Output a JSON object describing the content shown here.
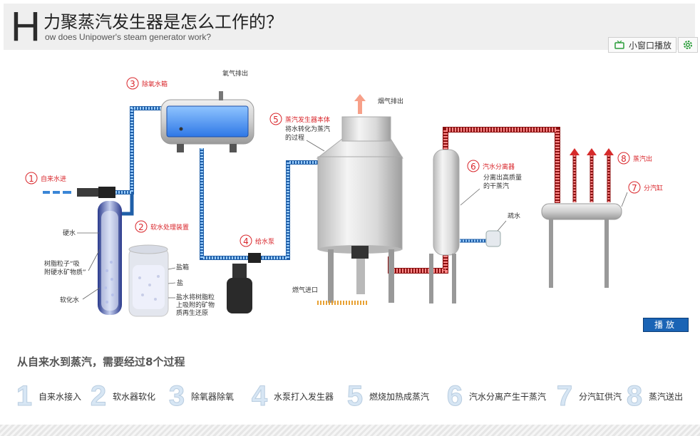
{
  "header": {
    "letter": "H",
    "title_cn": "力聚蒸汽发生器是怎么工作的？",
    "title_en": "ow does Unipower's steam generator work?"
  },
  "controls": {
    "pip_label": "小窗口播放",
    "pip_icon": "tv-icon",
    "settings_icon": "gear-icon",
    "accent": "#2a9d3a"
  },
  "diagram": {
    "labels": {
      "oxygen_out": "氧气排出",
      "flue_out": "烟气排出",
      "hard_water": "硬水",
      "resin": [
        "树脂粒子“吸",
        "附硬水矿物质”"
      ],
      "soft_water": "软化水",
      "brine_tank": "盐箱",
      "salt": "盐",
      "salt_desc": [
        "盐水将树脂粒",
        "上吸附的矿物",
        "质再生还原"
      ],
      "body_desc": [
        "将水转化为蒸汽",
        "的过程"
      ],
      "sep_desc": [
        "分离出高质量",
        "的干蒸汽"
      ],
      "drain": "疏水",
      "gas_in": "燃气进口"
    },
    "callouts": [
      {
        "num": "1",
        "text": "自来水进"
      },
      {
        "num": "2",
        "text": "软水处理装置"
      },
      {
        "num": "3",
        "text": "除氧水箱"
      },
      {
        "num": "4",
        "text": "给水泵"
      },
      {
        "num": "5",
        "text": "蒸汽发生器本体"
      },
      {
        "num": "6",
        "text": "汽水分离器"
      },
      {
        "num": "7",
        "text": "分汽缸"
      },
      {
        "num": "8",
        "text": "蒸汽出"
      }
    ],
    "colors": {
      "water": "#3a86d6",
      "steam": "#d62b2b",
      "callout": "#d9262b"
    }
  },
  "play_label": "播放",
  "summary": "从自来水到蒸汽，需要经过8个过程",
  "steps": [
    {
      "num": "1",
      "label": "自来水接入"
    },
    {
      "num": "2",
      "label": "软水器软化"
    },
    {
      "num": "3",
      "label": "除氧器除氧"
    },
    {
      "num": "4",
      "label": "水泵打入发生器"
    },
    {
      "num": "5",
      "label": "燃烧加热成蒸汽"
    },
    {
      "num": "6",
      "label": "汽水分离产生干蒸汽"
    },
    {
      "num": "7",
      "label": "分汽缸供汽"
    },
    {
      "num": "8",
      "label": "蒸汽送出"
    }
  ]
}
